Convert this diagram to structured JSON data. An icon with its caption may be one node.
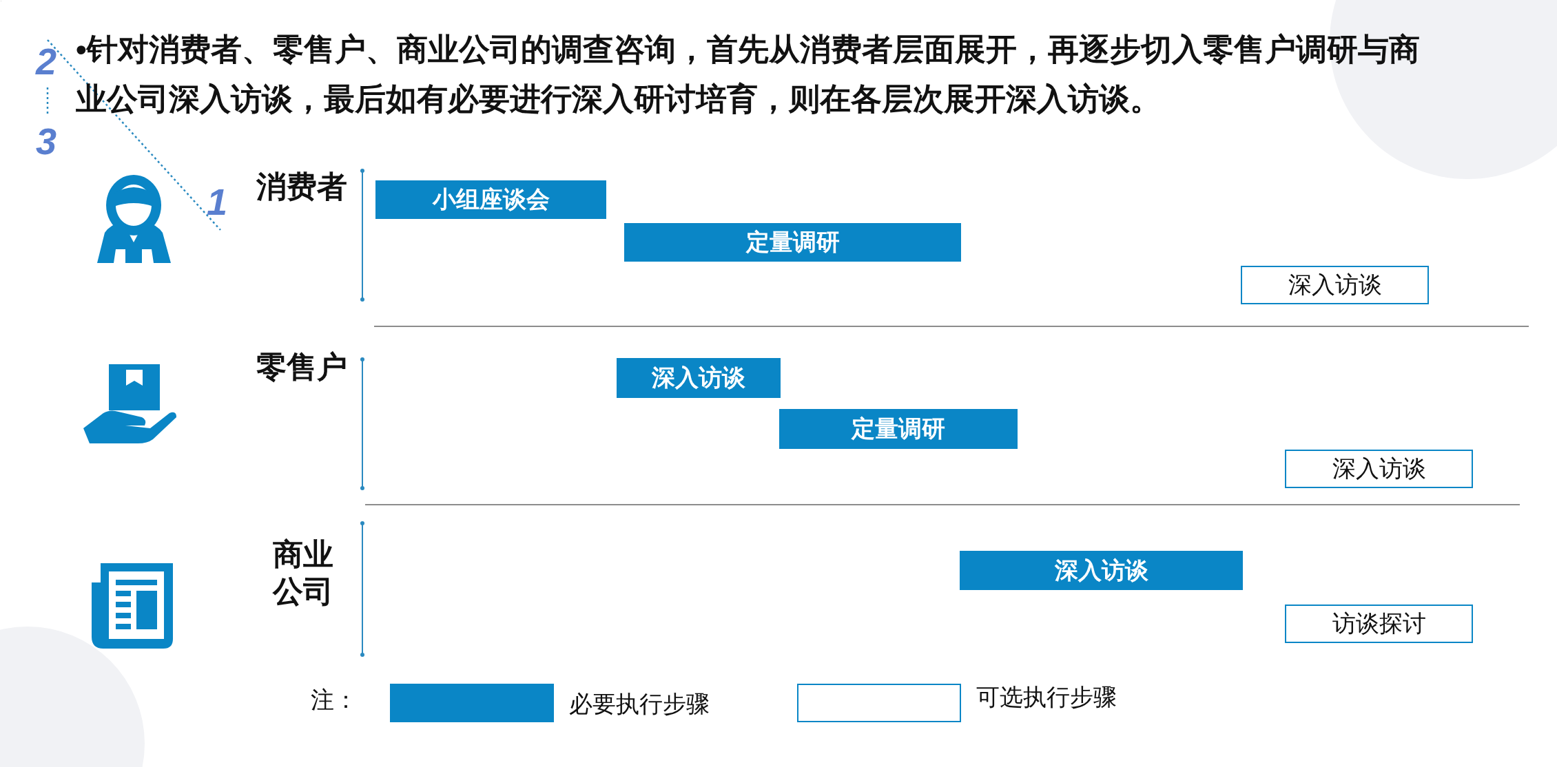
{
  "diagram": {
    "title": "•针对消费者、零售户、商业公司的调查咨询，首先从消费者层面展开，再逐步切入零售户调研与商业公司深入访谈，最后如有必要进行深入研讨培育，则在各层次展开深入访谈。",
    "nodes": [
      {
        "text": [
          "小组座谈会"
        ]
      },
      {
        "text": [
          "定量调研"
        ]
      },
      {
        "text": [
          "深入访谈"
        ]
      },
      {
        "text": [
          "深入访谈"
        ]
      },
      {
        "text": [
          "定量调研"
        ]
      },
      {
        "text": [
          "深入访谈"
        ]
      },
      {
        "text": [
          "深入访谈"
        ]
      },
      {
        "text": [
          "访谈探讨"
        ]
      }
    ],
    "labels": [
      "2",
      "3",
      "1",
      "消费者",
      "零售户",
      "商业公司",
      "注："
    ],
    "legend": [
      {
        "text": "必要执行步骤",
        "color": "#0a86c6"
      },
      {
        "text": "可选执行步骤",
        "color": "#ffffff"
      }
    ]
  }
}
